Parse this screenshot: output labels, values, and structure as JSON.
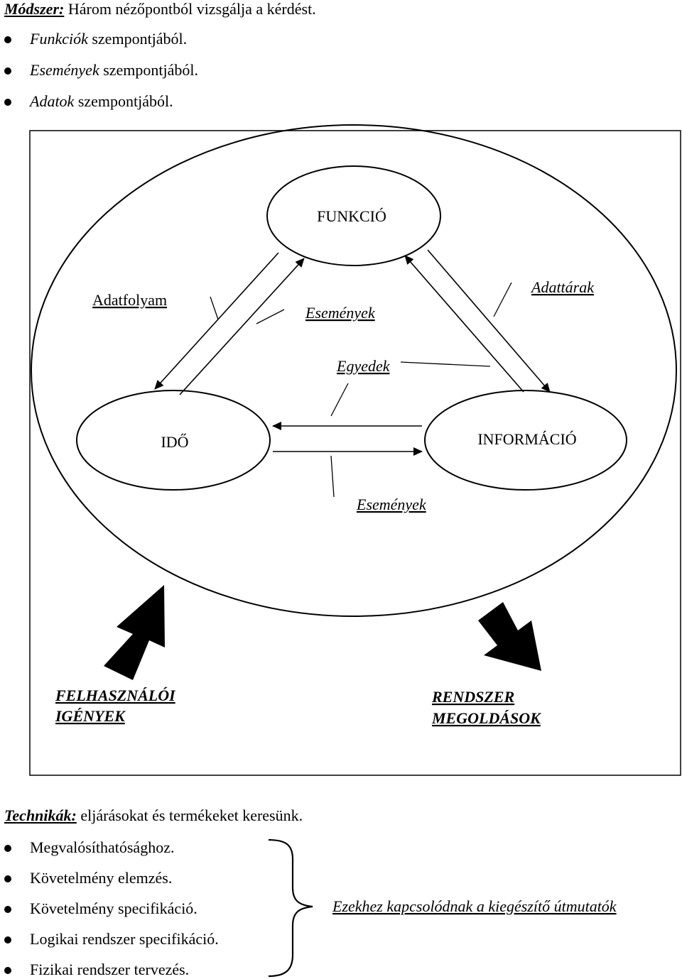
{
  "method": {
    "label": "Módszer:",
    "text": " Három nézőpontból vizsgálja a kérdést.",
    "items": [
      {
        "em": "Funkciók",
        "rest": " szempontjából."
      },
      {
        "em": "Események",
        "rest": " szempontjából."
      },
      {
        "em": "Adatok",
        "rest": " szempontjából."
      }
    ]
  },
  "diagram": {
    "nodes": {
      "funkcio": "FUNKCIÓ",
      "ido": "IDŐ",
      "informacio": "INFORMÁCIÓ"
    },
    "labels": {
      "adatfolyam": "Adatfolyam",
      "esemenyek_top": "Események",
      "adattarak": "Adattárak",
      "egyedek": "Egyedek",
      "esemenyek_bottom": "Események"
    },
    "user_needs": [
      "FELHASZNÁLÓI",
      "IGÉNYEK"
    ],
    "system_solutions": [
      "RENDSZER",
      "MEGOLDÁSOK"
    ]
  },
  "techniques": {
    "label": "Technikák:",
    "text": " eljárásokat és termékeket keresünk.",
    "items": [
      "Megvalósíthatósághoz.",
      "Követelmény elemzés.",
      "Követelmény specifikáció.",
      "Logikai rendszer specifikáció.",
      "Fizikai rendszer tervezés."
    ],
    "note": "Ezekhez kapcsolódnak a kiegészítő útmutatók"
  }
}
